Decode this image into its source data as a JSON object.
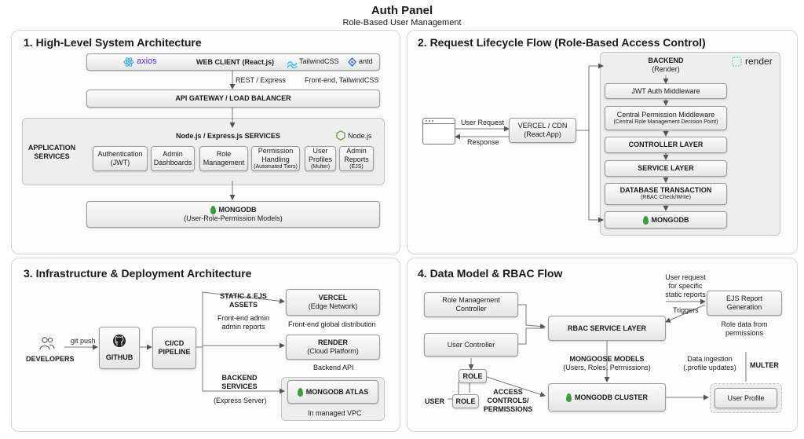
{
  "header": {
    "title": "Auth Panel",
    "subtitle": "Role-Based User Management"
  },
  "colors": {
    "leaf": "#3d9a3d",
    "axios": "#5a29e4",
    "tailwind": "#38bdf8",
    "antd": "#1677ff",
    "node": "#5fa04e",
    "render": "#46e3b7"
  },
  "p1": {
    "title": "1. High-Level System Architecture",
    "axios": "axios",
    "web_client": "WEB CLIENT (React.js)",
    "tailwind": "TailwindCSS",
    "antd": "antd",
    "rest": "REST / Express",
    "frontend_note": "Front-end, TailwindCSS",
    "gateway": "API GATEWAY / LOAD BALANCER",
    "app_services": [
      "APPLICATION",
      "SERVICES"
    ],
    "services_title": "Node.js / Express.js SERVICES",
    "node": "Node.js",
    "services": [
      {
        "l1": "Authentication",
        "l2": "(JWT)",
        "s": ""
      },
      {
        "l1": "Admin",
        "l2": "Dashboards",
        "s": ""
      },
      {
        "l1": "Role",
        "l2": "Management",
        "s": ""
      },
      {
        "l1": "Permission",
        "l2": "Handling",
        "s": "(Automated Tiers)"
      },
      {
        "l1": "User",
        "l2": "Profiles",
        "s": "(Multer)"
      },
      {
        "l1": "Admin",
        "l2": "Reports",
        "s": "(EJS)"
      }
    ],
    "db": {
      "l1": "MONGODB",
      "l2": "(User-Role-Permission Models)"
    }
  },
  "p2": {
    "title": "2. Request Lifecycle Flow (Role-Based Access Control)",
    "user_request": "User Request",
    "response": "Response",
    "vercel": {
      "l1": "VERCEL / CDN",
      "l2": "(React App)"
    },
    "backend": {
      "l1": "BACKEND",
      "l2": "(Render)"
    },
    "render": "render",
    "jwt": "JWT Auth Middleware",
    "perm": {
      "l1": "Central Permission Middleware",
      "l2": "(Central Role Management Decision Point)"
    },
    "controller": "CONTROLLER LAYER",
    "service": "SERVICE LAYER",
    "dbtx": {
      "l1": "DATABASE TRANSACTION",
      "l2": "(RBAC Check/Write)"
    },
    "mongodb": "MONGODB"
  },
  "p3": {
    "title": "3. Infrastructure & Deployment Architecture",
    "developers": "DEVELOPERS",
    "git_push": "git push",
    "github": "GITHUB",
    "cicd": {
      "l1": "CI/CD",
      "l2": "PIPELINE"
    },
    "static": {
      "l1": "STATIC & EJS",
      "l2": "ASSETS"
    },
    "frontend_admin": {
      "l1": "Front-end admin",
      "l2": "admin reports"
    },
    "vercel": {
      "l1": "VERCEL",
      "l2": "(Edge Network)"
    },
    "vercel_note": "Front-end global distribution",
    "render": {
      "l1": "RENDER",
      "l2": "(Cloud Platform)"
    },
    "render_note": "Backend API",
    "backend": {
      "l1": "BACKEND",
      "l2": "SERVICES"
    },
    "express": "(Express Server)",
    "atlas": "MONGODB ATLAS",
    "atlas_note": "In managed VPC"
  },
  "p4": {
    "title": "4. Data Model & RBAC Flow",
    "role_ctrl": {
      "l1": "Role Management",
      "l2": "Controller"
    },
    "user_ctrl": "User Controller",
    "rbac": "RBAC SERVICE LAYER",
    "user_req": {
      "l1": "User request",
      "l2": "for specific",
      "l3": "static reports"
    },
    "triggers": "Triggers",
    "ejs": {
      "l1": "EJS Report",
      "l2": "Generation"
    },
    "role_data": {
      "l1": "Role data from",
      "l2": "permissions"
    },
    "mongoose": {
      "l1": "MONGOOSE MODELS",
      "l2": "(Users, Roles, Permissions)"
    },
    "ingest": {
      "l1": "Data ingestion",
      "l2": "(.profile updates)"
    },
    "multer": "MULTER",
    "role1": "ROLE",
    "role2": "ROLE",
    "user": "USER",
    "access": {
      "l1": "ACCESS",
      "l2": "CONTROLS/",
      "l3": "PERMISSIONS"
    },
    "cluster": "MONGODB CLUSTER",
    "profile": "User Profile"
  }
}
